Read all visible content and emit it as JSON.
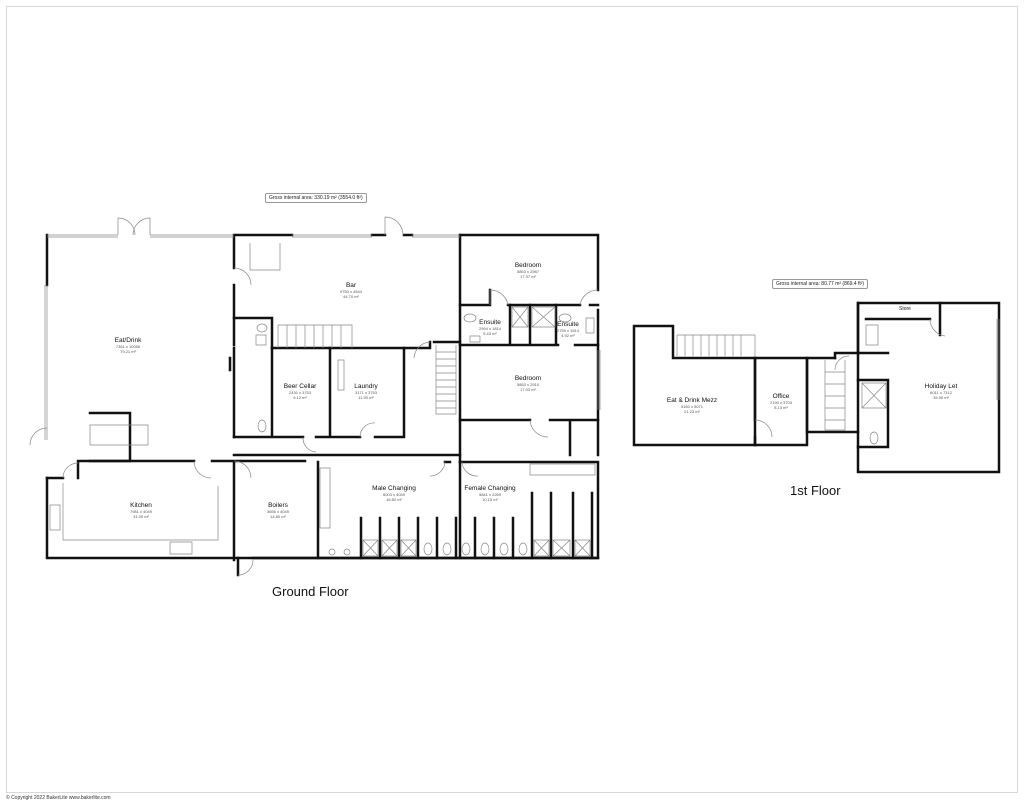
{
  "plan": {
    "ground_floor": {
      "label": "Ground Floor",
      "gross_area": "Gross internal area: 330.19 m² (3554.0 ft²)",
      "rooms": [
        {
          "name": "Eat/Drink",
          "dims": "7361 x 10056",
          "area": "79.21 m²"
        },
        {
          "name": "Bar",
          "dims": "9750 x 4544",
          "area": "44.70 m²"
        },
        {
          "name": "Bedroom",
          "dims": "5853 x 2987",
          "area": "17.37 m²"
        },
        {
          "name": "Ensuite",
          "dims": "2994 x 1814",
          "area": "5.43 m²"
        },
        {
          "name": "Ensuite",
          "dims": "2759 x 1814",
          "area": "4.92 m²"
        },
        {
          "name": "Bedroom",
          "dims": "5853 x 2910",
          "area": "17.03 m²"
        },
        {
          "name": "Beer Cellar",
          "dims": "2430 x 3753",
          "area": "9.12 m²"
        },
        {
          "name": "Laundry",
          "dims": "3171 x 3753",
          "area": "11.90 m²"
        },
        {
          "name": "Kitchen",
          "dims": "7981 x 4049",
          "area": "31.00 m²"
        },
        {
          "name": "Boilers",
          "dims": "3656 x 4049",
          "area": "14.80 m²"
        },
        {
          "name": "Male Changing",
          "dims": "6003 x 4049",
          "area": "16.82 m²"
        },
        {
          "name": "Female Changing",
          "dims": "5841 x 2269",
          "area": "10.15 m²"
        }
      ]
    },
    "first_floor": {
      "label": "1st Floor",
      "gross_area": "Gross internal area: 80.77 m² (869.4 ft²)",
      "rooms": [
        {
          "name": "Eat & Drink Mezz",
          "dims": "5160 x 5071",
          "area": "21.23 m²"
        },
        {
          "name": "Office",
          "dims": "2190 x 3703",
          "area": "8.13 m²"
        },
        {
          "name": "Holiday Let",
          "dims": "6011 x 7312",
          "area": "35.95 m²"
        }
      ],
      "store_label": "Store"
    },
    "copyright": "© Copyright 2022 BakerLite  www.bakerlite.com"
  }
}
